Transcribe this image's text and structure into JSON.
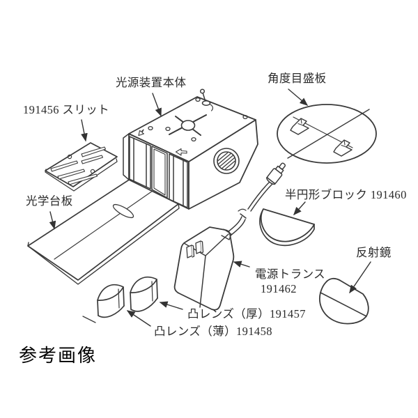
{
  "diagram": {
    "caption": "参考画像",
    "labels": {
      "light_source_body": "光源装置本体",
      "angle_scale_plate": "角度目盛板",
      "slit": "191456 スリット",
      "optical_bench": "光学台板",
      "semicircular_block": "半円形ブロック 191460",
      "reflector": "反射鏡",
      "transformer_name": "電源トランス",
      "transformer_number": "191462",
      "lens_thick": "凸レンズ（厚）191457",
      "lens_thin": "凸レンズ（薄）191458"
    },
    "colors": {
      "line": "#3a3a3a",
      "label_text": "#2b2b2b",
      "caption_text": "#000000",
      "background": "#ffffff"
    }
  }
}
